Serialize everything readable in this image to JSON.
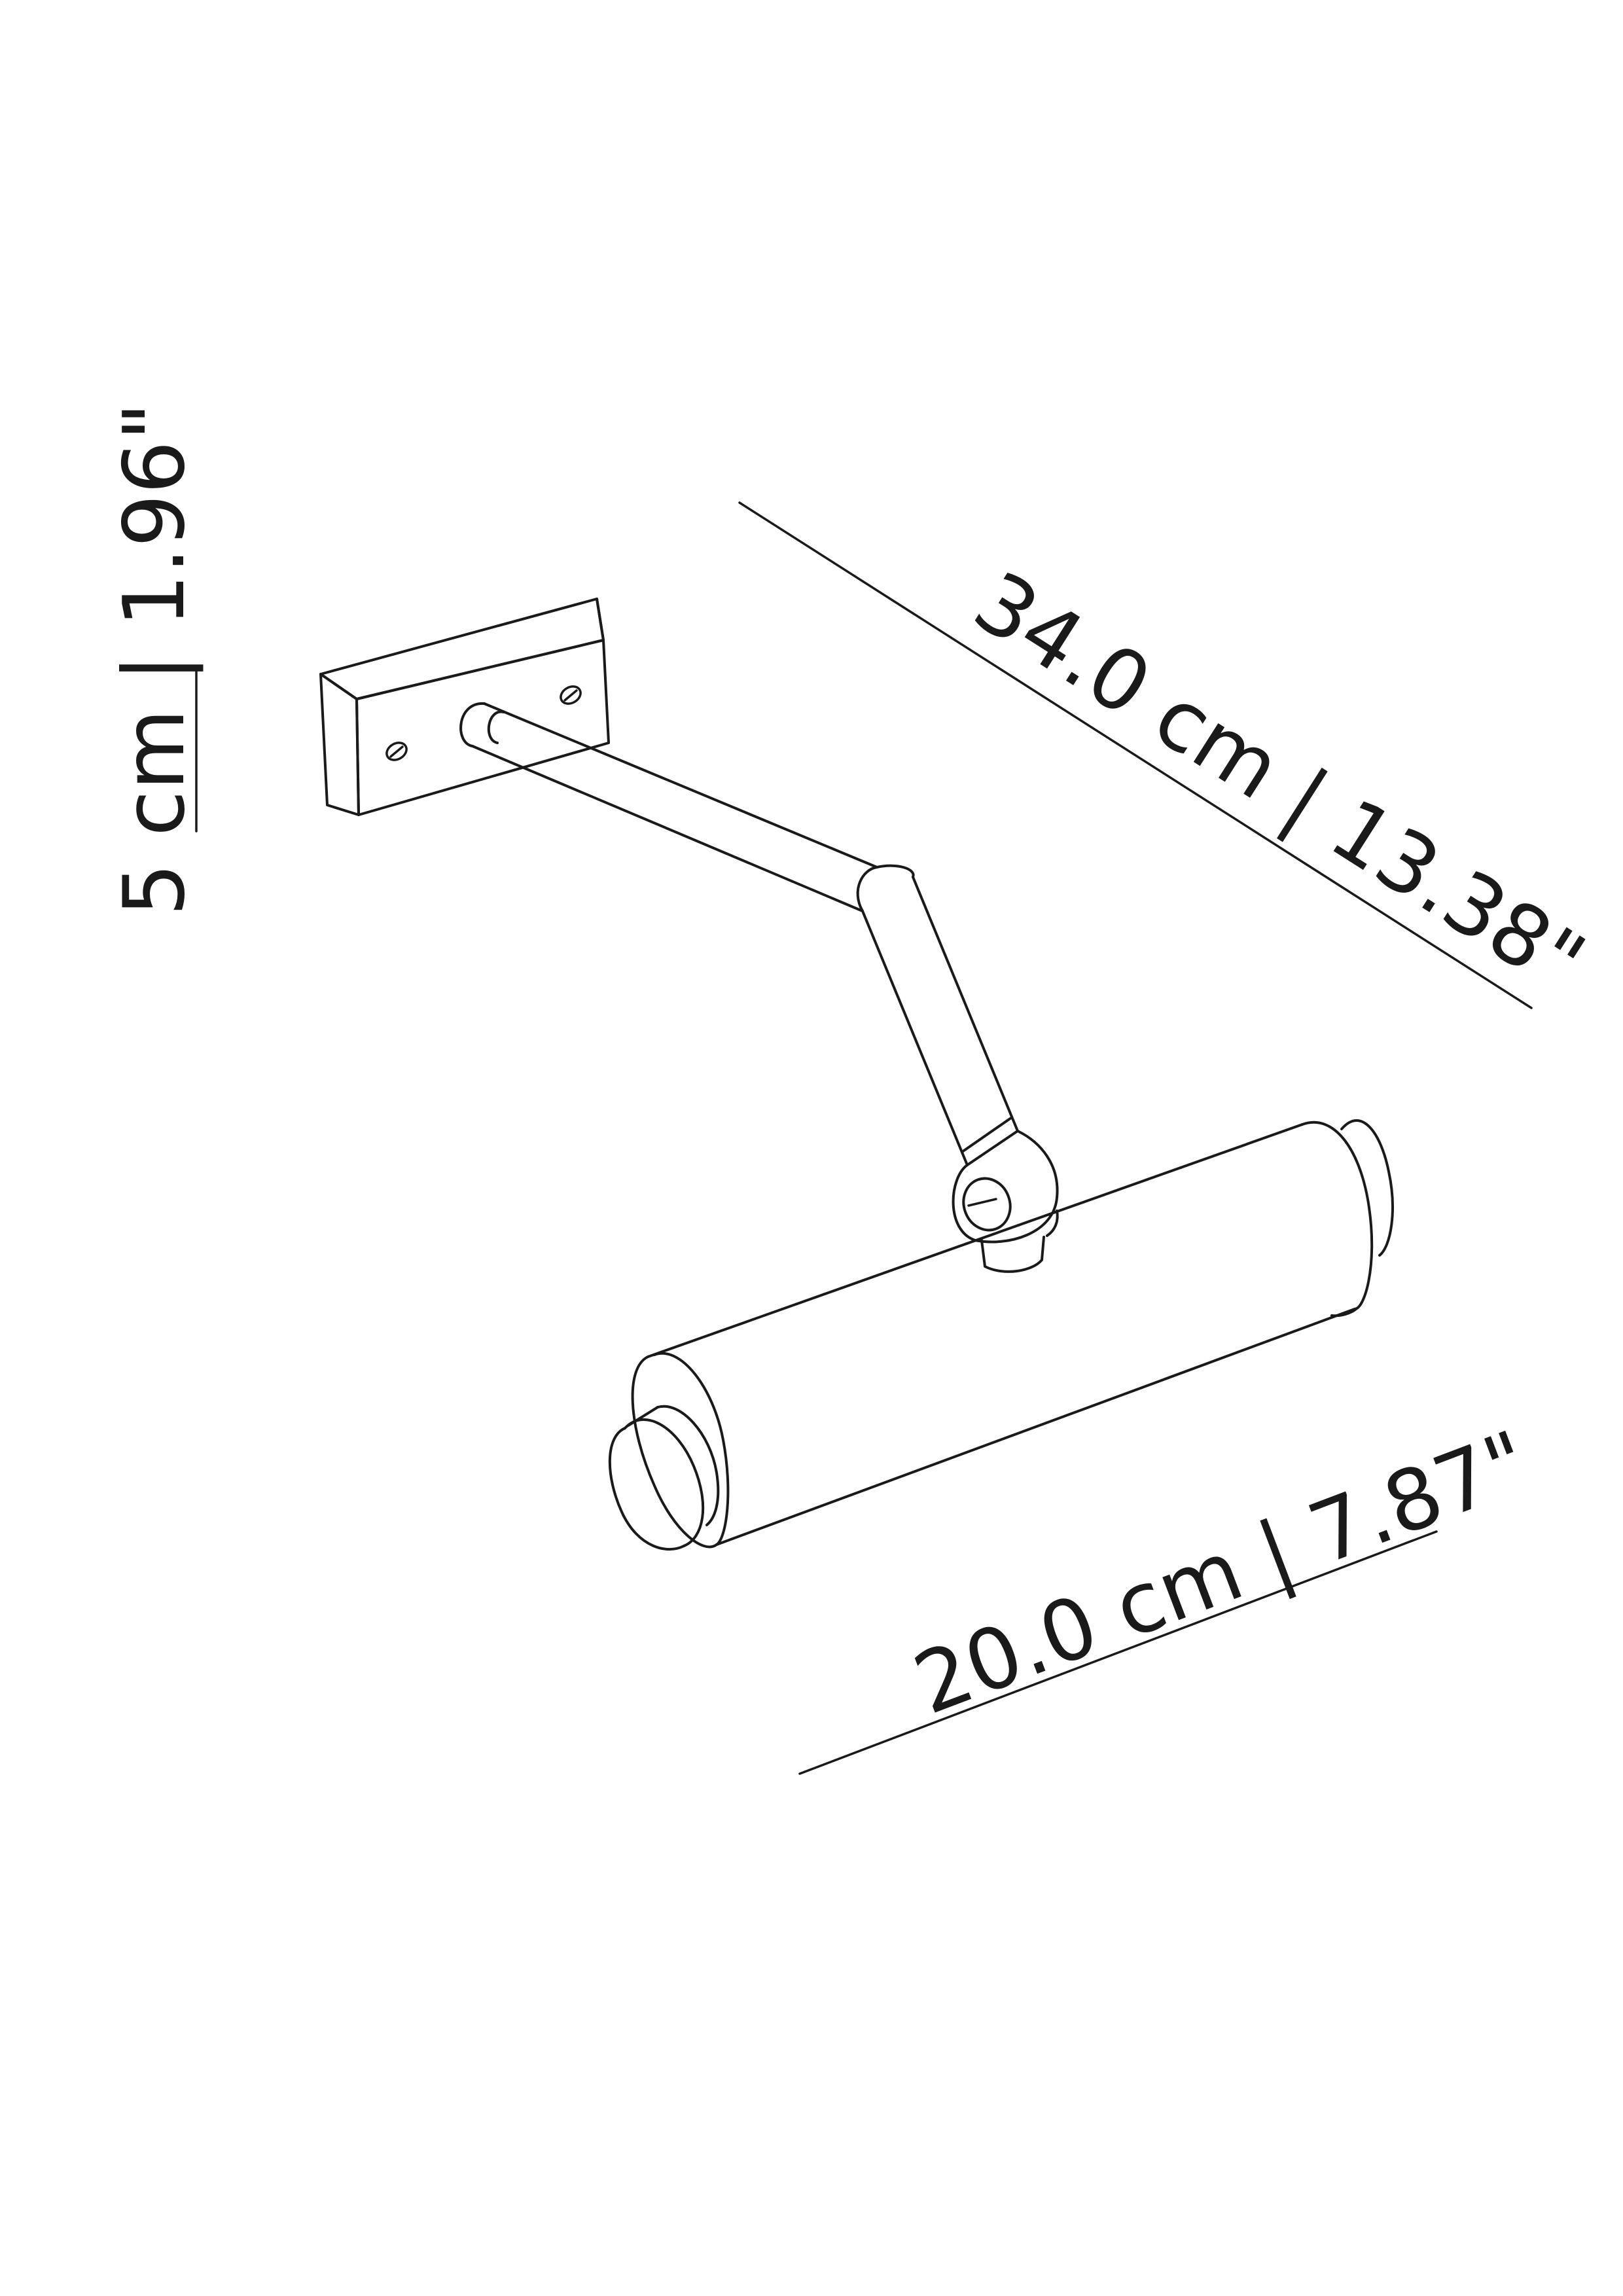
{
  "dimensions": {
    "arm_length": "34.0 cm | 13.38\"",
    "plate_height": "5 cm | 1.96\"",
    "shade_length": "20.0 cm | 7.87\""
  },
  "colors": {
    "line": "#1a1a1a",
    "background": "#ffffff"
  }
}
